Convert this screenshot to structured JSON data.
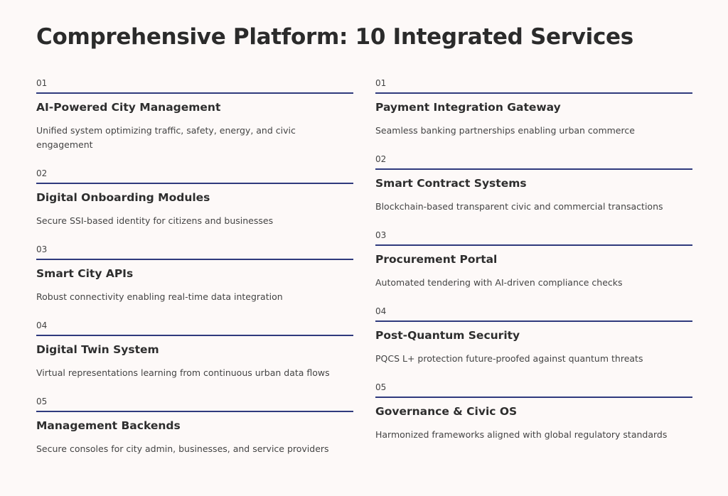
{
  "title": "Comprehensive Platform: 10 Integrated Services",
  "colors": {
    "background": "#fdf9f8",
    "rule": "#2f3a7d",
    "text": "#333333"
  },
  "left": [
    {
      "num": "01",
      "heading": "AI-Powered City Management",
      "desc": "Unified system optimizing traffic, safety, energy, and civic engagement"
    },
    {
      "num": "02",
      "heading": "Digital Onboarding Modules",
      "desc": "Secure SSI-based identity for citizens and businesses"
    },
    {
      "num": "03",
      "heading": "Smart City APIs",
      "desc": "Robust connectivity enabling real-time data integration"
    },
    {
      "num": "04",
      "heading": "Digital Twin System",
      "desc": "Virtual representations learning from continuous urban data flows"
    },
    {
      "num": "05",
      "heading": "Management Backends",
      "desc": "Secure consoles for city admin, businesses, and service providers"
    }
  ],
  "right": [
    {
      "num": "01",
      "heading": "Payment Integration Gateway",
      "desc": "Seamless banking partnerships enabling urban commerce"
    },
    {
      "num": "02",
      "heading": "Smart Contract Systems",
      "desc": "Blockchain-based transparent civic and commercial transactions"
    },
    {
      "num": "03",
      "heading": "Procurement Portal",
      "desc": "Automated tendering with AI-driven compliance checks"
    },
    {
      "num": "04",
      "heading": "Post-Quantum Security",
      "desc": "PQCS L+ protection future-proofed against quantum threats"
    },
    {
      "num": "05",
      "heading": "Governance & Civic OS",
      "desc": "Harmonized frameworks aligned with global regulatory standards"
    }
  ]
}
